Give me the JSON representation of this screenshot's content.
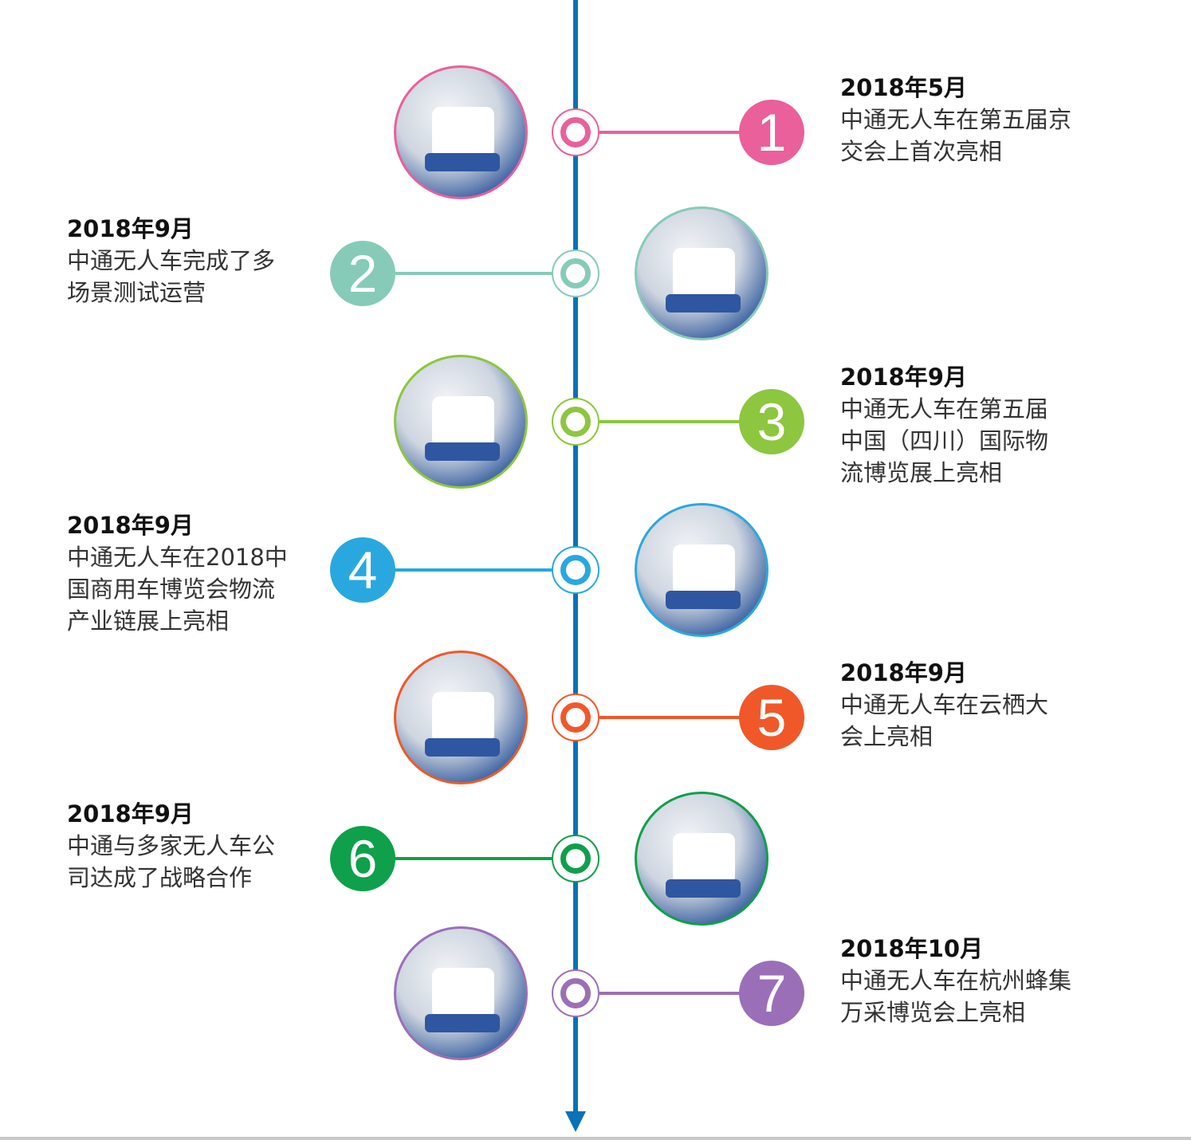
{
  "colors": {
    "axis": "#0a72b8"
  },
  "events": [
    {
      "number": "1",
      "date": "2018年5月",
      "lines": [
        "中通无人车在第五届京",
        "交会上首次亮相"
      ],
      "color": "#e9609a",
      "side": "right",
      "photo": "zto-unmanned-vehicle-photo"
    },
    {
      "number": "2",
      "date": "2018年9月",
      "lines": [
        "中通无人车完成了多",
        "场景测试运营"
      ],
      "color": "#86cbb8",
      "side": "left",
      "photo": "alibaba-unmanned-vehicle-photo"
    },
    {
      "number": "3",
      "date": "2018年9月",
      "lines": [
        "中通无人车在第五届",
        "中国（四川）国际物",
        "流博览展上亮相"
      ],
      "color": "#8dc63f",
      "side": "right",
      "photo": "expo-mascots-photo"
    },
    {
      "number": "4",
      "date": "2018年9月",
      "lines": [
        "中通无人车在2018中",
        "国商用车博览会物流",
        "产业链展上亮相"
      ],
      "color": "#29a8e0",
      "side": "left",
      "photo": "blue-zto-robot-photo"
    },
    {
      "number": "5",
      "date": "2018年9月",
      "lines": [
        "中通无人车在云栖大",
        "会上亮相"
      ],
      "color": "#f0582a",
      "side": "right",
      "photo": "zto-logistics-vehicle-photo"
    },
    {
      "number": "6",
      "date": "2018年9月",
      "lines": [
        "中通与多家无人车公",
        "司达成了战略合作"
      ],
      "color": "#0ea04a",
      "side": "left",
      "photo": "signing-ceremony-photo"
    },
    {
      "number": "7",
      "date": "2018年10月",
      "lines": [
        "中通无人车在杭州蜂集",
        "万采博览会上亮相"
      ],
      "color": "#9b6fb8",
      "side": "right",
      "photo": "zto-robot-exhibit-photo"
    }
  ]
}
